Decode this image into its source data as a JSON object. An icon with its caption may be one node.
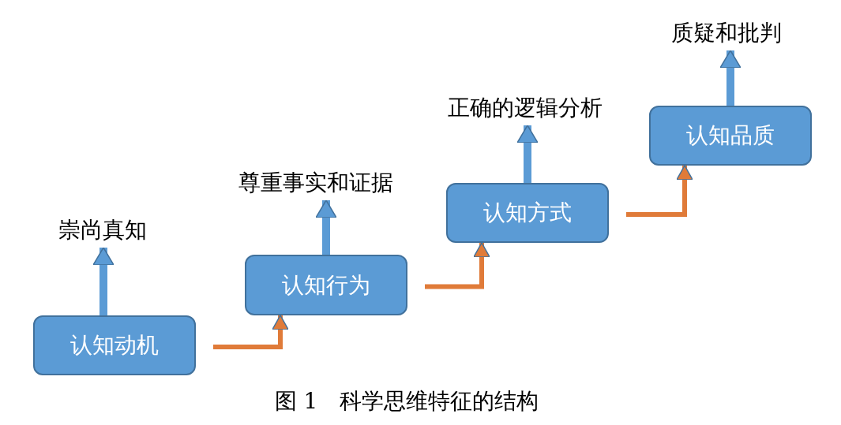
{
  "diagram": {
    "caption": "图 1　科学思维特征的结构",
    "nodes": [
      {
        "text": [
          "认知动机"
        ]
      },
      {
        "text": [
          "认知行为"
        ]
      },
      {
        "text": [
          "认知方式"
        ]
      },
      {
        "text": [
          "认知品质"
        ]
      },
      {
        "text": [
          "崇尚真知"
        ]
      },
      {
        "text": [
          "尊重事实和证据"
        ]
      },
      {
        "text": [
          "正确的逻辑分析"
        ]
      },
      {
        "text": [
          "质疑和批判"
        ]
      }
    ],
    "edges": [
      {
        "from": 0,
        "to": 4,
        "arrow": "to"
      },
      {
        "from": 1,
        "to": 5,
        "arrow": "to"
      },
      {
        "from": 2,
        "to": 6,
        "arrow": "to"
      },
      {
        "from": 3,
        "to": 7,
        "arrow": "to"
      },
      {
        "from": 0,
        "to": 1,
        "arrow": "to",
        "color": "#e07b39"
      },
      {
        "from": 1,
        "to": 2,
        "arrow": "to",
        "color": "#e07b39"
      },
      {
        "from": 2,
        "to": 3,
        "arrow": "to",
        "color": "#e07b39"
      }
    ]
  }
}
